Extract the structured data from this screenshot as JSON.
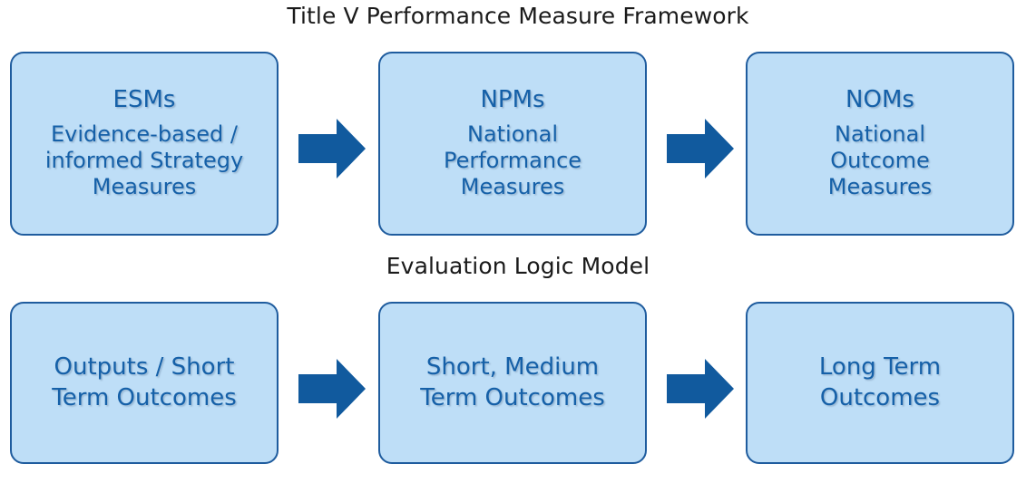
{
  "diagram": {
    "title": "Title V Performance Measure Framework",
    "middle_title": "Evaluation Logic Model",
    "colors": {
      "box_fill": "#bedef7",
      "box_border": "#1f5c9e",
      "box_text": "#1560a8",
      "arrow_fill": "#115a9e",
      "title_text": "#1a1a1a"
    },
    "rows": [
      {
        "name": "performance-measure-framework",
        "label": "Title V Performance Measure Framework",
        "nodes": [
          {
            "heading": "ESMs",
            "body": "Evidence-based /\ninformed Strategy\nMeasures"
          },
          {
            "heading": "NPMs",
            "body": "National\nPerformance\nMeasures"
          },
          {
            "heading": "NOMs",
            "body": "National\nOutcome\nMeasures"
          }
        ],
        "arrows": [
          {
            "name": "arrow-esm-to-npm",
            "direction": "right"
          },
          {
            "name": "arrow-npm-to-nom",
            "direction": "right"
          }
        ]
      },
      {
        "name": "evaluation-logic-model",
        "label": "Evaluation Logic Model",
        "nodes": [
          {
            "heading": "",
            "body": "Outputs / Short\nTerm Outcomes"
          },
          {
            "heading": "",
            "body": "Short, Medium\nTerm Outcomes"
          },
          {
            "heading": "",
            "body": "Long Term\nOutcomes"
          }
        ],
        "arrows": [
          {
            "name": "arrow-outputs-to-shortmedium",
            "direction": "right"
          },
          {
            "name": "arrow-shortmedium-to-long",
            "direction": "right"
          }
        ]
      }
    ]
  }
}
